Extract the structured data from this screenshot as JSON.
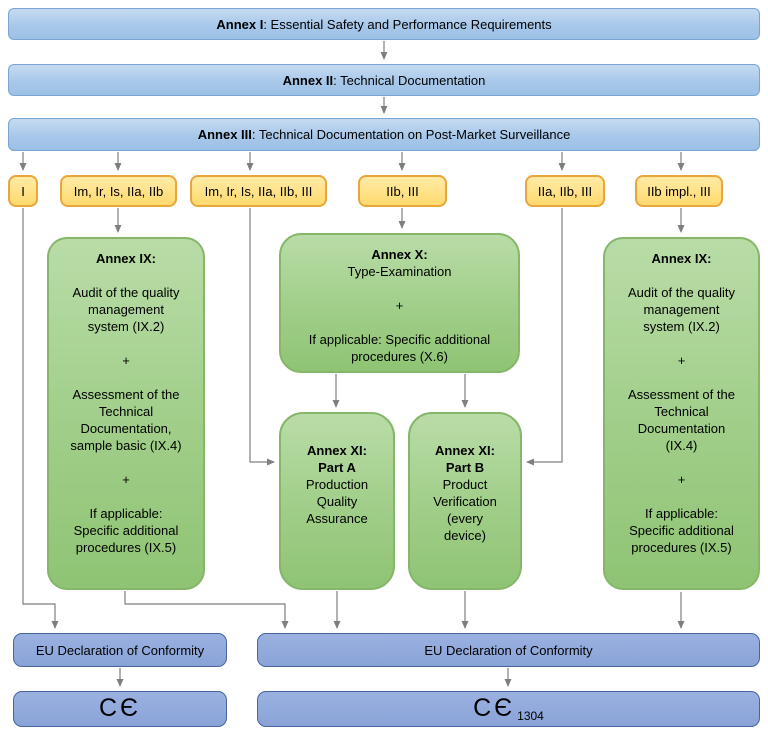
{
  "banners": [
    {
      "bold": "Annex I",
      "rest": ": Essential Safety and Performance Requirements"
    },
    {
      "bold": "Annex II",
      "rest": ": Technical Documentation"
    },
    {
      "bold": "Annex III",
      "rest": ": Technical Documentation on Post-Market Surveillance"
    }
  ],
  "class_routes": [
    "I",
    "Im, Ir, Is, IIa, IIb",
    "Im, Ir, Is, IIa, IIb, III",
    "IIb, III",
    "IIa, IIb, III",
    "IIb impl., III"
  ],
  "procedures": {
    "annex_ix_left": {
      "title": "Annex IX:",
      "body": "Audit of the quality\nmanagement\nsystem (IX.2)\n\n+\n\nAssessment of the\nTechnical\nDocumentation,\nsample basic (IX.4)\n\n+\n\nIf applicable:\nSpecific additional\nprocedures (IX.5)"
    },
    "annex_x": {
      "title": "Annex X:",
      "body": "Type-Examination\n\n+\n\nIf applicable: Specific additional\nprocedures (X.6)"
    },
    "annex_xi_a": {
      "title": "Annex XI:\nPart A",
      "body": "Production\nQuality\nAssurance"
    },
    "annex_xi_b": {
      "title": "Annex XI:\nPart B",
      "body": "Product\nVerification\n(every\ndevice)"
    },
    "annex_ix_right": {
      "title": "Annex IX:",
      "body": "Audit of the quality\nmanagement\nsystem (IX.2)\n\n+\n\nAssessment of the\nTechnical\nDocumentation\n(IX.4)\n\n+\n\nIf applicable:\nSpecific additional\nprocedures (IX.5)"
    }
  },
  "declarations": {
    "left": "EU Declaration of Conformity",
    "right": "EU Declaration of Conformity"
  },
  "ce": {
    "left_symbol": "CЄ",
    "right_symbol": "CЄ",
    "right_number": "1304"
  },
  "colors": {
    "banner_fill": "#a8c8ea",
    "banner_border": "#79a5d3",
    "class_fill": "#ffe18d",
    "class_border": "#eaa63a",
    "procedure_fill": "#a2cf8b",
    "procedure_border": "#85b669",
    "declaration_fill": "#8fa8dc",
    "declaration_border": "#47649f",
    "arrow": "#7f7f7f",
    "text": "#000000"
  }
}
